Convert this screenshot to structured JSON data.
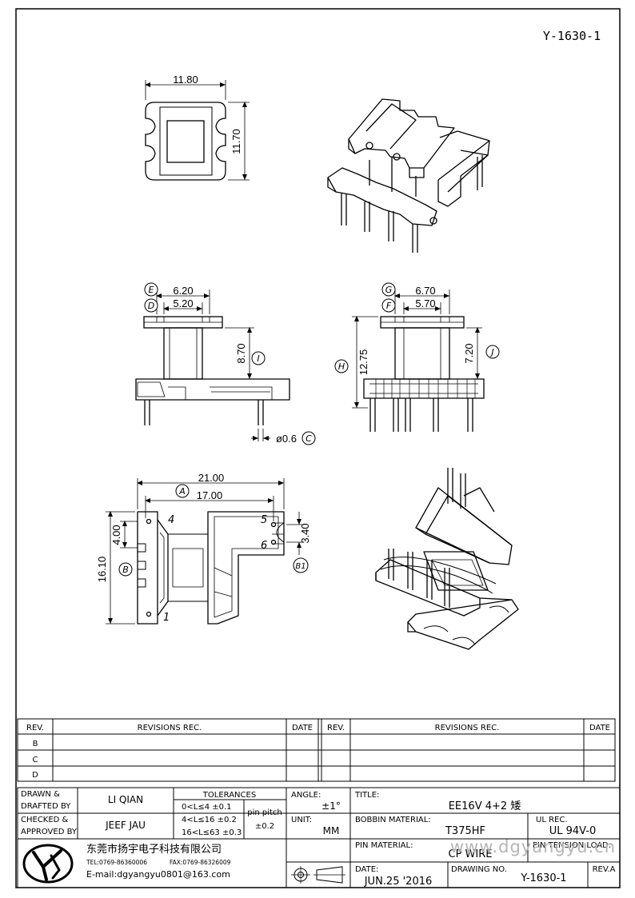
{
  "drawing_no_top": "Y-1630-1",
  "views": {
    "top": {
      "width": "11.80",
      "height": "11.70"
    },
    "front": {
      "e": "6.20",
      "d": "5.20",
      "i": "8.70",
      "c": "ø0.6"
    },
    "side": {
      "g": "6.70",
      "f": "5.70",
      "h": "12.75",
      "j": "7.20"
    },
    "bottom": {
      "overall": "21.00",
      "a": "17.00",
      "b_total": "16.10",
      "b_pitch": "4.00",
      "b1": "3.40",
      "pin_4": "4",
      "pin_1": "1",
      "pin_5": "5",
      "pin_6": "6"
    }
  },
  "callouts": {
    "E": "E",
    "D": "D",
    "I": "I",
    "C": "C",
    "G": "G",
    "F": "F",
    "H": "H",
    "J": "J",
    "A": "A",
    "B": "B",
    "B1": "B1"
  },
  "revisions": {
    "headers": {
      "rev": "REV.",
      "revisions": "REVISIONS  REC.",
      "date": "DATE"
    },
    "rows": [
      "B",
      "C",
      "D"
    ]
  },
  "title_block": {
    "drawn_label_1": "DRAWN &",
    "drawn_label_2": "DRAFTED BY",
    "drawn_by": "LI QIAN",
    "checked_label_1": "CHECKED &",
    "checked_label_2": "APPROVED BY",
    "checked_by": "JEEF JAU",
    "tolerances_label": "TOLERANCES",
    "tol_1": "0<L≤4   ±0.1",
    "tol_2": "4<L≤16  ±0.2",
    "tol_3": "16<L≤63 ±0.3",
    "pin_pitch_label": "pin pitch",
    "pin_pitch_value": "±0.2",
    "angle_label": "ANGLE:",
    "angle_value": "±1°",
    "unit_label": "UNIT:",
    "unit_value": "MM",
    "title_label": "TITLE:",
    "title_value": "EE16V 4+2 矮",
    "bobbin_label": "BOBBIN MATERIAL:",
    "bobbin_value": "T375HF",
    "ul_label": "UL REC.",
    "ul_value": "UL 94V-0",
    "pin_material_label": "PIN MATERIAL:",
    "pin_material_value": "CP WIRE",
    "pin_tension_label": "PIN TENSION LOAD:",
    "date_label": "DATE:",
    "date_value": "JUN.25 '2016",
    "drawing_no_label": "DRAWING NO.",
    "drawing_no_value": "Y-1630-1",
    "rev_label": "REV.A",
    "company_name": "东莞市扬宇电子科技有限公司",
    "company_tel": "TEL:0769-86360006",
    "company_fax": "FAX:0769-86326009",
    "company_email": "E-mail:dgyangyu0801@163.com",
    "watermark": "www.dgyangyu.cn"
  }
}
